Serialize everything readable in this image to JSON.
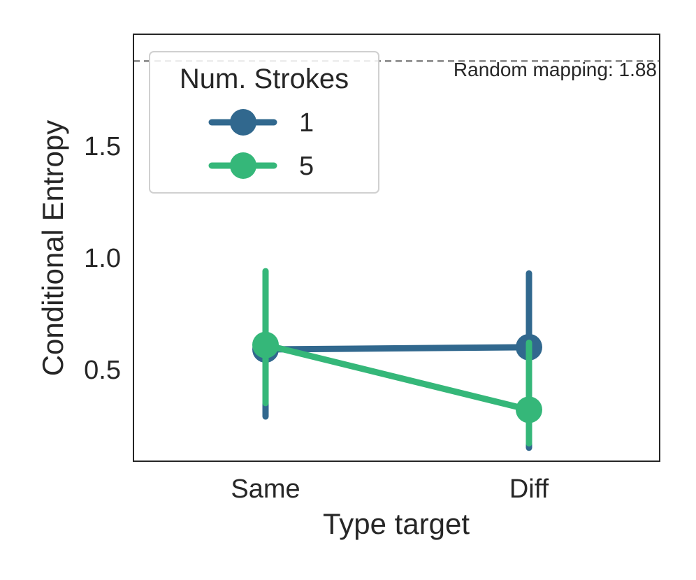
{
  "chart_data": {
    "type": "line",
    "categories": [
      "Same",
      "Diff"
    ],
    "xlabel": "Type target",
    "ylabel": "Conditional Entropy",
    "ylim": [
      0.09,
      2.0
    ],
    "yticks": [
      0.5,
      1.0,
      1.5
    ],
    "ytick_labels": [
      "0.5",
      "1.0",
      "1.5"
    ],
    "grid": false,
    "legend": {
      "title": "Num. Strokes",
      "placement": "top-left"
    },
    "series": [
      {
        "name": "1",
        "color": "#31688e",
        "values": [
          0.59,
          0.6
        ],
        "ci_low": [
          0.29,
          0.15
        ],
        "ci_high": [
          0.93,
          0.93
        ]
      },
      {
        "name": "5",
        "color": "#35b779",
        "values": [
          0.61,
          0.32
        ],
        "ci_low": [
          0.35,
          0.17
        ],
        "ci_high": [
          0.94,
          0.62
        ]
      }
    ],
    "reference_line": {
      "value": 1.88,
      "label": "Random mapping: 1.88",
      "color": "#808080",
      "style": "dashed"
    }
  }
}
